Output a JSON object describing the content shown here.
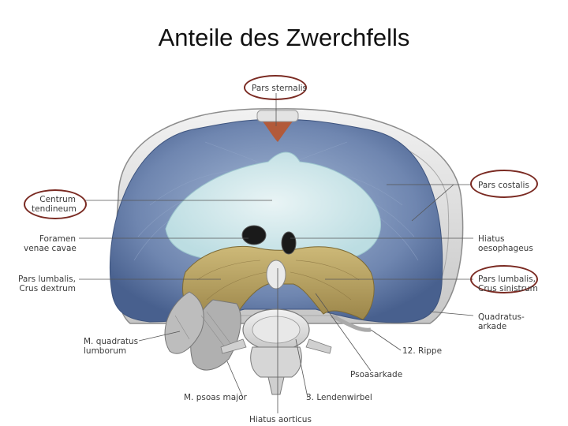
{
  "slide": {
    "title": "Anteile des Zwerchfells"
  },
  "labels": {
    "pars_sternalis": "Pars sternalis",
    "centrum_tendineum": [
      "Centrum",
      "tendineum"
    ],
    "pars_costalis": "Pars costalis",
    "foramen_venae_cavae": [
      "Foramen",
      "venae cavae"
    ],
    "hiatus_oesophageus": [
      "Hiatus",
      "oesophageus"
    ],
    "pars_lumbalis_dextrum": [
      "Pars lumbalis,",
      "Crus dextrum"
    ],
    "pars_lumbalis_sinistrum": [
      "Pars lumbalis,",
      "Crus sinistrum"
    ],
    "quadratusarkade": [
      "Quadratus-",
      "arkade"
    ],
    "m_quadratus_lumborum": [
      "M. quadratus",
      "lumborum"
    ],
    "rippe_12": "12. Rippe",
    "psoasarkade": "Psoasarkade",
    "m_psoas_major": "M. psoas major",
    "lendenwirbel_3": "3. Lendenwirbel",
    "hiatus_aorticus": "Hiatus aorticus"
  },
  "colors": {
    "highlight_ring": "#7a2a22",
    "diaphragm_muscle": "#6f86b0",
    "central_tendon": "#cfe6ea",
    "lumbar_muscle": "#b8a25e",
    "bone": "#dcdcdc"
  }
}
